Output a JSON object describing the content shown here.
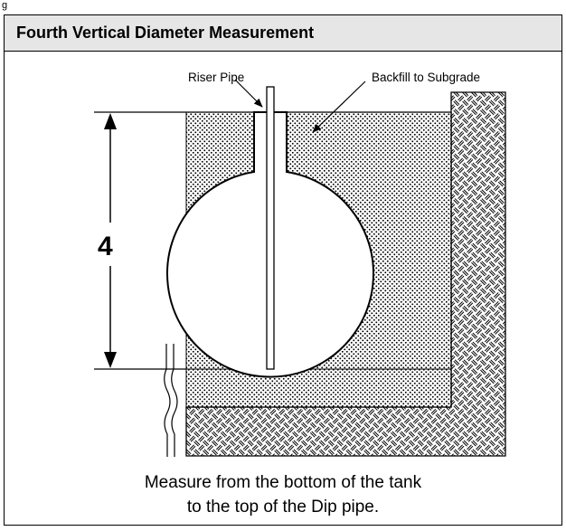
{
  "figure_label": "g",
  "title": "Fourth Vertical Diameter Measurement",
  "labels": {
    "riser_pipe": "Riser Pipe",
    "backfill": "Backfill to Subgrade",
    "measurement_number": "4"
  },
  "caption": {
    "line1": "Measure from the bottom of the tank",
    "line2": "to the top of the Dip pipe."
  },
  "colors": {
    "header_bg": "#e6e6e6",
    "ink": "#000000"
  }
}
